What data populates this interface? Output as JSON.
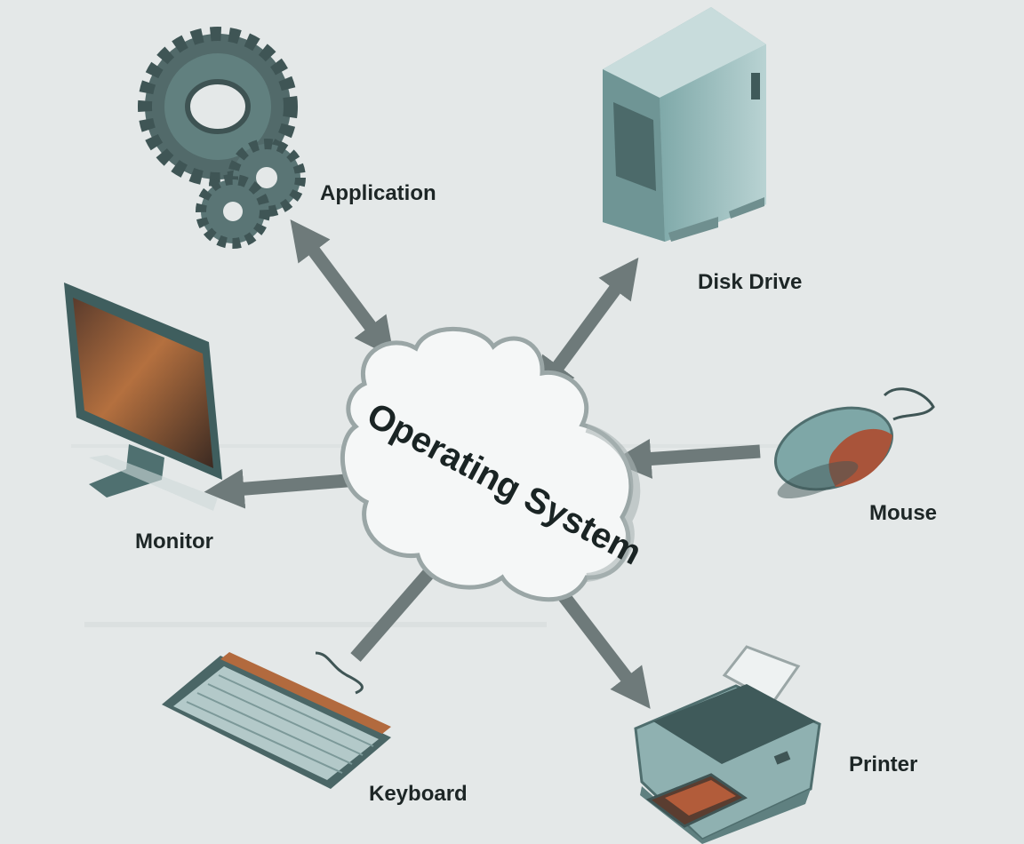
{
  "center": {
    "label": "Operating System"
  },
  "nodes": {
    "application": "Application",
    "disk_drive": "Disk Drive",
    "mouse": "Mouse",
    "printer": "Printer",
    "keyboard": "Keyboard",
    "monitor": "Monitor"
  },
  "connections": [
    {
      "from": "Operating System",
      "to": "Application",
      "direction": "both"
    },
    {
      "from": "Operating System",
      "to": "Disk Drive",
      "direction": "both"
    },
    {
      "from": "Mouse",
      "to": "Operating System",
      "direction": "one-way"
    },
    {
      "from": "Operating System",
      "to": "Printer",
      "direction": "one-way"
    },
    {
      "from": "Keyboard",
      "to": "Operating System",
      "direction": "one-way"
    },
    {
      "from": "Operating System",
      "to": "Monitor",
      "direction": "one-way"
    }
  ],
  "colors": {
    "arrow": "#6e7a7a",
    "device": "#5f8d8d",
    "accent": "#a0583a",
    "background": "#e4e8e8"
  }
}
